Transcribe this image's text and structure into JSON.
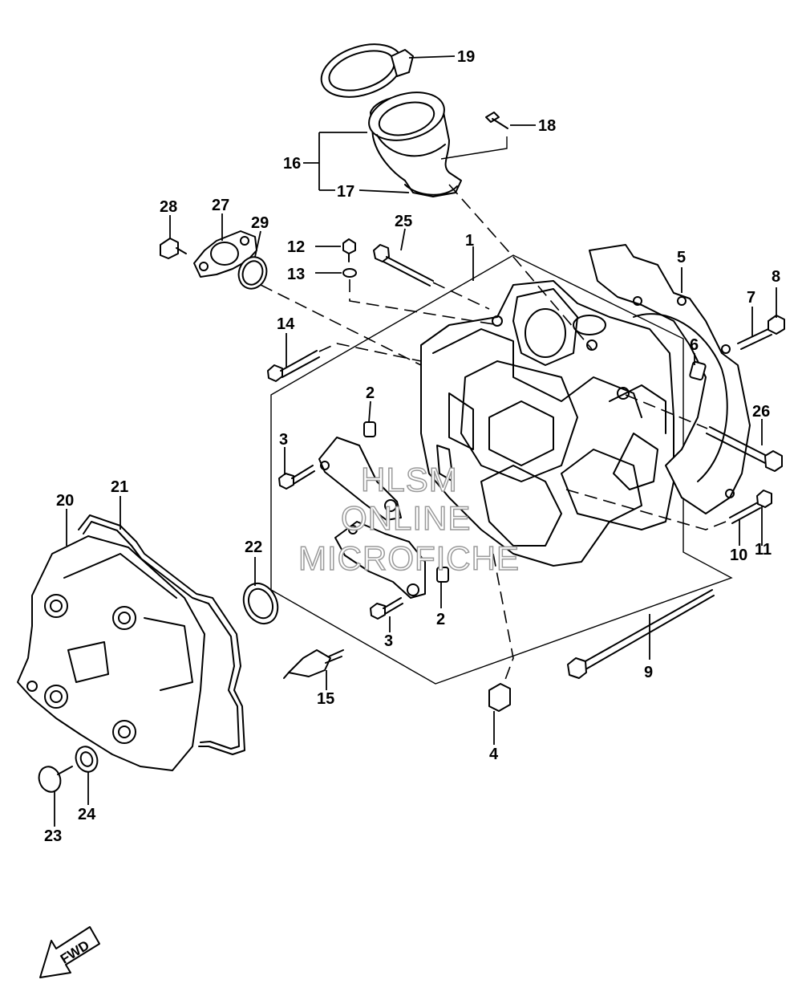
{
  "callouts": {
    "c1": "1",
    "c2a": "2",
    "c2b": "2",
    "c3a": "3",
    "c3b": "3",
    "c4": "4",
    "c5": "5",
    "c6": "6",
    "c7": "7",
    "c8": "8",
    "c9": "9",
    "c10": "10",
    "c11": "11",
    "c12": "12",
    "c13": "13",
    "c14": "14",
    "c15": "15",
    "c16": "16",
    "c17": "17",
    "c18": "18",
    "c19": "19",
    "c20": "20",
    "c21": "21",
    "c22": "22",
    "c23": "23",
    "c24": "24",
    "c25": "25",
    "c26": "26",
    "c27": "27",
    "c28": "28",
    "c29": "29"
  },
  "watermark": {
    "line1": "HLSM",
    "line2": "ONLINE",
    "line3": "MICROFICHE"
  },
  "fwd_label": "FWD",
  "colors": {
    "line": "#000000",
    "background": "#ffffff",
    "watermark": "#9a9a9a"
  }
}
